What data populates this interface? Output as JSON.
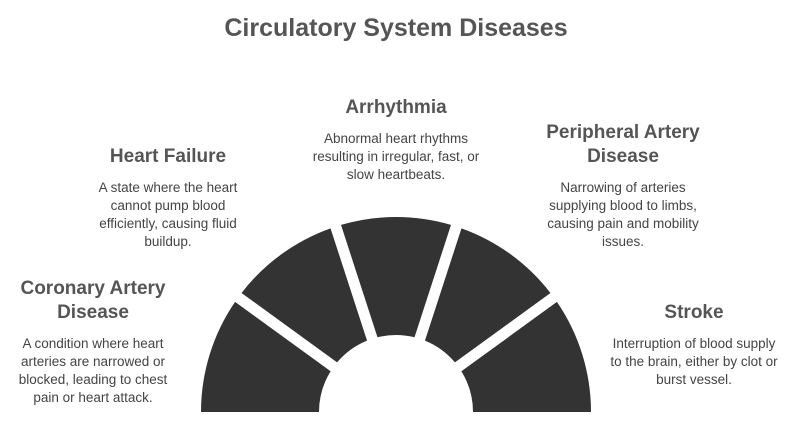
{
  "title": "Circulatory System Diseases",
  "colors": {
    "segment_fill": "#333333",
    "title_text": "#555555",
    "body_text": "#444444",
    "background": "#ffffff"
  },
  "diseases": [
    {
      "name": "Coronary Artery Disease",
      "description": "A condition where heart arteries are narrowed or blocked, leading to chest pain or heart attack."
    },
    {
      "name": "Heart Failure",
      "description": "A state where the heart cannot pump blood efficiently, causing fluid buildup."
    },
    {
      "name": "Arrhythmia",
      "description": "Abnormal heart rhythms resulting in irregular, fast, or slow heartbeats."
    },
    {
      "name": "Peripheral Artery Disease",
      "description": "Narrowing of arteries supplying blood to limbs, causing pain and mobility issues."
    },
    {
      "name": "Stroke",
      "description": "Interruption of blood supply to the brain, either by clot or burst vessel."
    }
  ]
}
